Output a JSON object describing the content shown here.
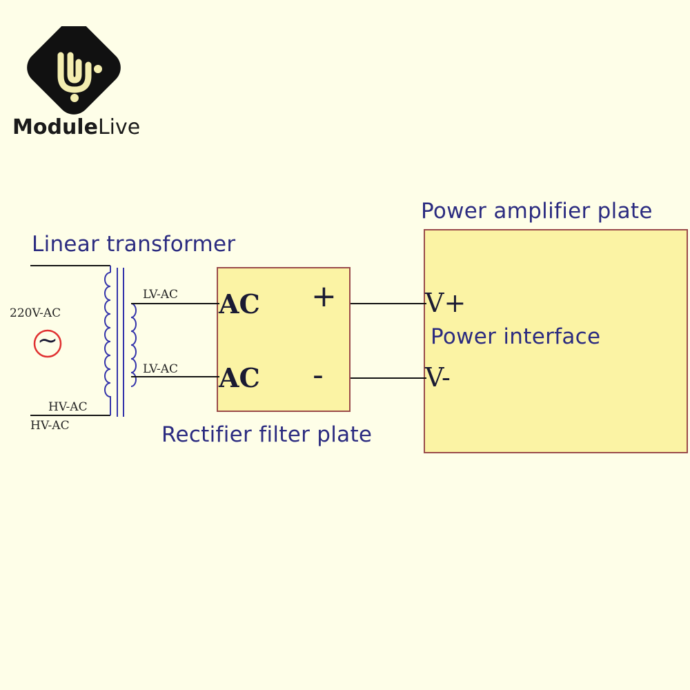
{
  "brand": {
    "part1": "Module",
    "part2": "Live"
  },
  "diagram": {
    "transformer_title": "Linear transformer",
    "rectifier_title": "Rectifier filter plate",
    "amplifier_title": "Power amplifier plate",
    "source_label": "220V-AC",
    "source_symbol": "~",
    "secondary_top": "LV-AC",
    "secondary_bottom": "LV-AC",
    "primary_inner": "HV-AC",
    "primary_outer": "HV-AC",
    "rect_input_top": "AC",
    "rect_input_bottom": "AC",
    "rect_out_pos": "+",
    "rect_out_neg": "-",
    "amp_vplus": "V+",
    "amp_vminus": "V-",
    "amp_interface": "Power interface"
  },
  "colors": {
    "background": "#fefee8",
    "plate_fill": "#fbf3a4",
    "plate_border": "#9a4a4a",
    "heading_text": "#2b2b80",
    "source_circle": "#e03030",
    "transformer_line": "#3333aa"
  }
}
